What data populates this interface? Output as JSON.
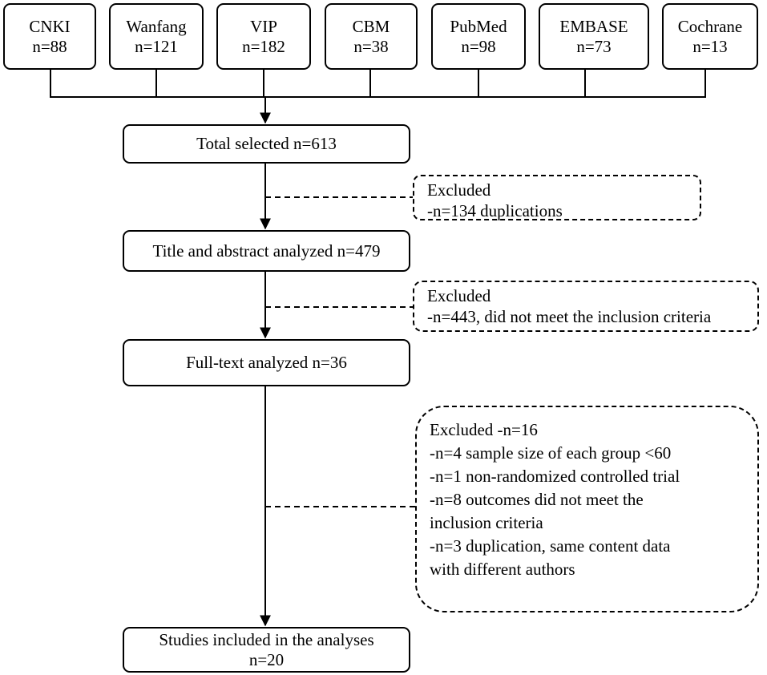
{
  "sources": [
    {
      "name": "CNKI",
      "count": "n=88"
    },
    {
      "name": "Wanfang",
      "count": "n=121"
    },
    {
      "name": "VIP",
      "count": "n=182"
    },
    {
      "name": "CBM",
      "count": "n=38"
    },
    {
      "name": "PubMed",
      "count": "n=98"
    },
    {
      "name": "EMBASE",
      "count": "n=73"
    },
    {
      "name": "Cochrane",
      "count": "n=13"
    }
  ],
  "steps": {
    "total": "Total selected n=613",
    "title_abstract": "Title and abstract analyzed n=479",
    "full_text": "Full-text analyzed n=36",
    "included_line1": "Studies included in the analyses",
    "included_line2": "n=20"
  },
  "exclusions": {
    "dup": {
      "title": "Excluded",
      "line1": "-n=134 duplications"
    },
    "criteria": {
      "title": "Excluded",
      "line1": "-n=443, did not meet the inclusion criteria"
    },
    "full": {
      "title": "Excluded -n=16",
      "line1": "-n=4 sample size of each group <60",
      "line2": "-n=1 non-randomized controlled trial",
      "line3": "-n=8 outcomes did not meet the",
      "line4": "inclusion criteria",
      "line5": "-n=3 duplication, same content data",
      "line6": "with different authors"
    }
  }
}
